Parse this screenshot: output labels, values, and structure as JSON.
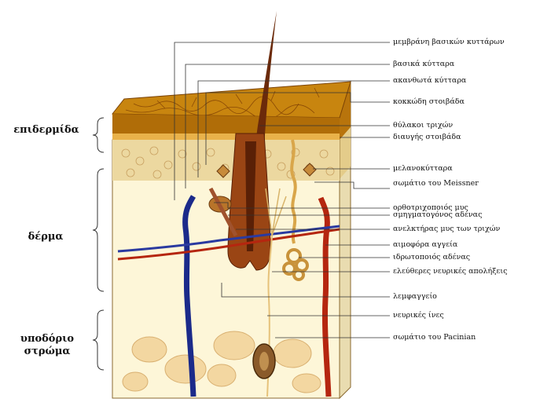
{
  "layers": {
    "epidermis": "επιδερμίδα",
    "dermis": "δέρμα",
    "hypodermis_line1": "υποδόριο",
    "hypodermis_line2": "στρώμα"
  },
  "labels": [
    "μεμβράνη βασικών κυττάρων",
    "βασικά κύτταρα",
    "ακανθωτά κύτταρα",
    "κοκκώδη στοιβάδα",
    "θύλακοι τριχών",
    "διαυγής στοιβάδα",
    "μελανοκύτταρα",
    "σωμάτιο του Meissner",
    "ορθοτριχοποιός μυς",
    "σμηγματογόνος αδένας",
    "ανελκτήρας μυς των τριχών",
    "αιμοφόρα αγγεία",
    "ιδρωτοποιός αδένας",
    "ελεύθερες νευρικές απολήξεις",
    "λεμφαγγείο",
    "νευρικές ίνες",
    "σωμάτιο του Pacinian"
  ],
  "colors": {
    "stratum": "#c8850f",
    "stratum_dark": "#8a4a06",
    "granular": "#ecd8a0",
    "dermis": "#fdf6d8",
    "hair": "#6b2a0a",
    "vein": "#1b2a8a",
    "artery": "#b5260f",
    "fat": "#f3d7a1"
  }
}
